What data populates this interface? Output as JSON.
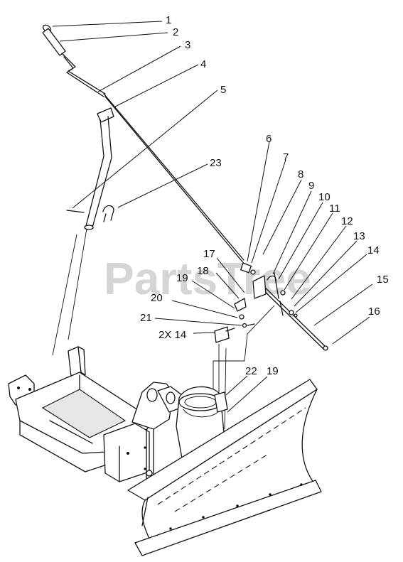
{
  "watermark": "PartsTree",
  "callouts": [
    {
      "id": "1",
      "text": "1"
    },
    {
      "id": "2",
      "text": "2"
    },
    {
      "id": "3",
      "text": "3"
    },
    {
      "id": "4",
      "text": "4"
    },
    {
      "id": "5",
      "text": "5"
    },
    {
      "id": "23",
      "text": "23"
    },
    {
      "id": "6",
      "text": "6"
    },
    {
      "id": "7",
      "text": "7"
    },
    {
      "id": "8",
      "text": "8"
    },
    {
      "id": "9",
      "text": "9"
    },
    {
      "id": "10",
      "text": "10"
    },
    {
      "id": "11",
      "text": "11"
    },
    {
      "id": "12",
      "text": "12"
    },
    {
      "id": "13",
      "text": "13"
    },
    {
      "id": "14",
      "text": "14"
    },
    {
      "id": "15",
      "text": "15"
    },
    {
      "id": "16",
      "text": "16"
    },
    {
      "id": "17",
      "text": "17"
    },
    {
      "id": "18",
      "text": "18"
    },
    {
      "id": "19a",
      "text": "19"
    },
    {
      "id": "20",
      "text": "20"
    },
    {
      "id": "21",
      "text": "21"
    },
    {
      "id": "2x14",
      "text": "2X 14"
    },
    {
      "id": "22",
      "text": "22"
    },
    {
      "id": "19b",
      "text": "19"
    }
  ]
}
